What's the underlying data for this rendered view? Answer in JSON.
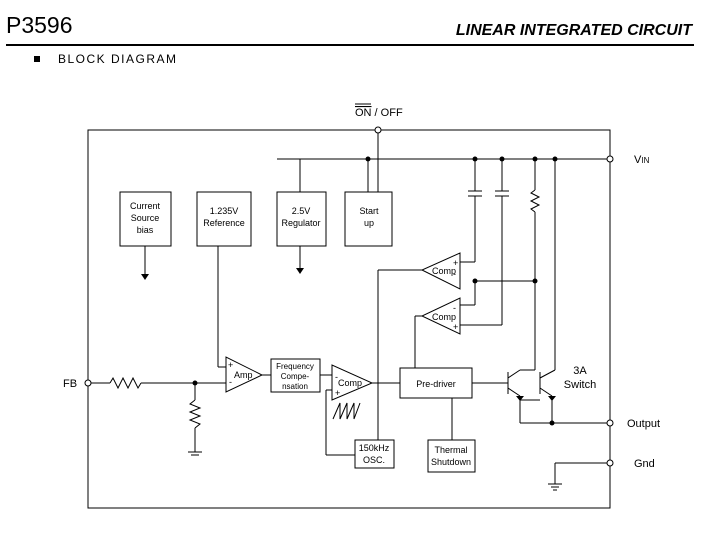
{
  "header": {
    "part_number": "P3596",
    "doc_title": "LINEAR INTEGRATED CIRCUIT"
  },
  "section": {
    "title": "BLOCK DIAGRAM"
  },
  "diagram": {
    "pins": {
      "on_off": "OFF",
      "on_off_prefix": "ON",
      "on_off_sep": " / ",
      "vin_main": "V",
      "vin_sub": "IN",
      "fb": "FB",
      "output": "Output",
      "gnd": "Gnd"
    },
    "blocks": {
      "current_source": [
        "Current",
        "Source",
        "bias"
      ],
      "reference": [
        "1.235V",
        "Reference"
      ],
      "regulator": [
        "2.5V",
        "Regulator"
      ],
      "startup": [
        "Start",
        "up"
      ],
      "freq_comp": [
        "Frequency",
        "Compe-",
        "nsation"
      ],
      "predriver": "Pre-driver",
      "osc": [
        "150kHz",
        "OSC."
      ],
      "thermal": [
        "Thermal",
        "Shutdown"
      ]
    },
    "amps": {
      "amp": "Amp",
      "comp_main": "Comp",
      "comp_upper": "Comp",
      "comp_lower": "Comp"
    },
    "switch_label": [
      "3A",
      "Switch"
    ]
  }
}
